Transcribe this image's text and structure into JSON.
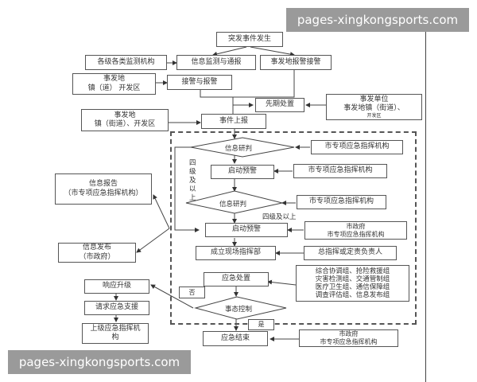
{
  "watermark": {
    "top": "pages-xingkongsports.com",
    "bottom": "pages-xingkongsports.com"
  },
  "nodes": {
    "incident": "突发事件发生",
    "monitor_agencies": "各级各类监测机构",
    "info_monitor_report": "信息监测与通报",
    "local_alarm": "事发地报警接警",
    "local_town_line1": "事发地",
    "local_town_line2": "镇（道） 开发区",
    "receive_report": "接警与报警",
    "initial_response": "先期处置",
    "unit_line1": "事发单位",
    "unit_line2": "事发地镇（街道）、",
    "unit_line3": "开发区",
    "local_street_line1": "事发地",
    "local_street_line2": "镇（街道）、开发区",
    "event_report": "事件上报",
    "info_assess_1": "信息研判",
    "special_cmd_1": "市专项应急指挥机构",
    "launch_warning_1": "启动预警",
    "special_cmd_2": "市专项应急指挥机构",
    "info_assess_2": "信息研判",
    "special_cmd_3": "市专项应急指挥机构",
    "level_label_vertical": "四级及以上",
    "level_label_horizontal": "四级及以上",
    "launch_warning_2": "启动预警",
    "gov_cmd_line1": "市政府",
    "gov_cmd_line2": "市专项应急指挥机构",
    "field_hq": "成立现场指挥部",
    "chief_commander": "总指挥或定责负责人",
    "emergency_handling": "应急处置",
    "groups_line1": "综合协调组、抢险救援组",
    "groups_line2": "灾害检测组、交通管制组",
    "groups_line3": "医疗卫生组、通信保障组",
    "groups_line4": "调查评估组、信息发布组",
    "no_label": "否",
    "situation_control": "事态控制",
    "yes_label": "是",
    "emergency_end": "应急结束",
    "gov_end_line1": "市政府",
    "gov_end_line2": "市专项应急指挥机构",
    "info_report_line1": "信息报告",
    "info_report_line2": "（市专项应急指挥机构）",
    "info_publish_line1": "信息发布",
    "info_publish_line2": "（市政府）",
    "response_upgrade": "响应升级",
    "request_support": "请求应急支援",
    "upper_cmd_line1": "上级应急指挥机",
    "upper_cmd_line2": "构"
  }
}
